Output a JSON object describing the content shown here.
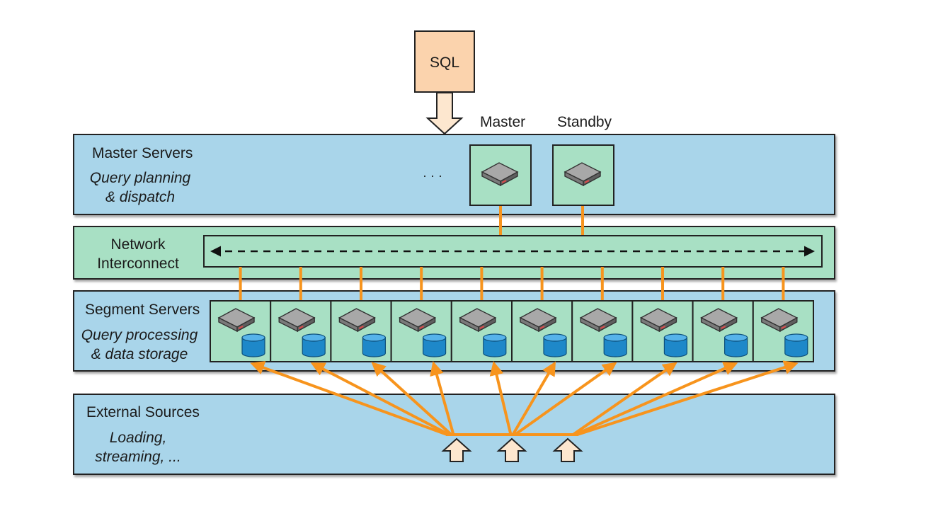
{
  "sql_box": {
    "label": "SQL"
  },
  "master_layer": {
    "title": "Master Servers",
    "subtitle_line1": "Query planning",
    "subtitle_line2": "& dispatch",
    "ellipsis": "· · ·",
    "master_label": "Master",
    "standby_label": "Standby"
  },
  "network_layer": {
    "title_line1": "Network",
    "title_line2": "Interconnect"
  },
  "segment_layer": {
    "title": "Segment Servers",
    "subtitle_line1": "Query processing",
    "subtitle_line2": "& data storage",
    "segment_count": 10
  },
  "external_layer": {
    "title": "External Sources",
    "subtitle_line1": "Loading,",
    "subtitle_line2": "streaming, ..."
  },
  "colors": {
    "blue_layer": "#a9d5ea",
    "green_layer": "#a8e0c4",
    "sql_box": "#fbd3ad",
    "connector": "#f7941d",
    "database": "#1e88c9",
    "server": "#9a9a9a"
  }
}
